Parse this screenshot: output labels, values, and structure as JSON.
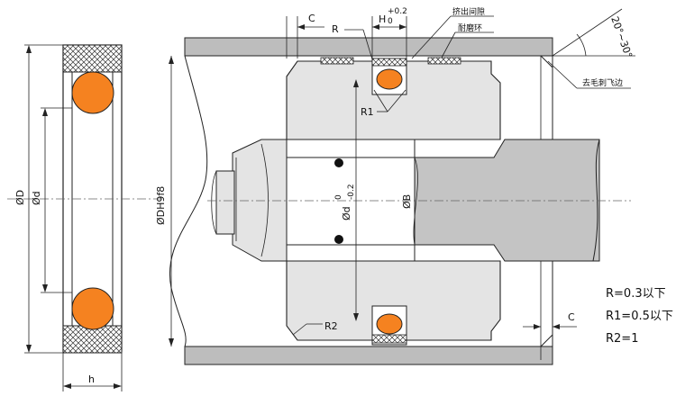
{
  "labels": {
    "D": "ØD",
    "d": "Ød",
    "h": "h",
    "C_top": "C",
    "C_right": "C",
    "R": "R",
    "H": "H",
    "H_tol_upper": "+0.2",
    "H_tol_lower": "0",
    "extrusion_gap": "挤出间隙",
    "wear_ring": "耐磨环",
    "angle": "20°~30°",
    "deburr": "去毛刺飞边",
    "R1": "R1",
    "R2": "R2",
    "DH9f8": "ØDH9f8",
    "d_tol": "Ød",
    "d_tol_upper": "0",
    "d_tol_lower": "-0.2",
    "B": "ØB"
  },
  "notes": [
    "R=0.3以下",
    "R1=0.5以下",
    "R2=1"
  ],
  "colors": {
    "oring": "#f58220",
    "hatch": "#d0d0d0",
    "body": "#e4e4e4",
    "bore": "#bdbdbd",
    "rod": "#c4c4c4",
    "line": "#222222"
  }
}
